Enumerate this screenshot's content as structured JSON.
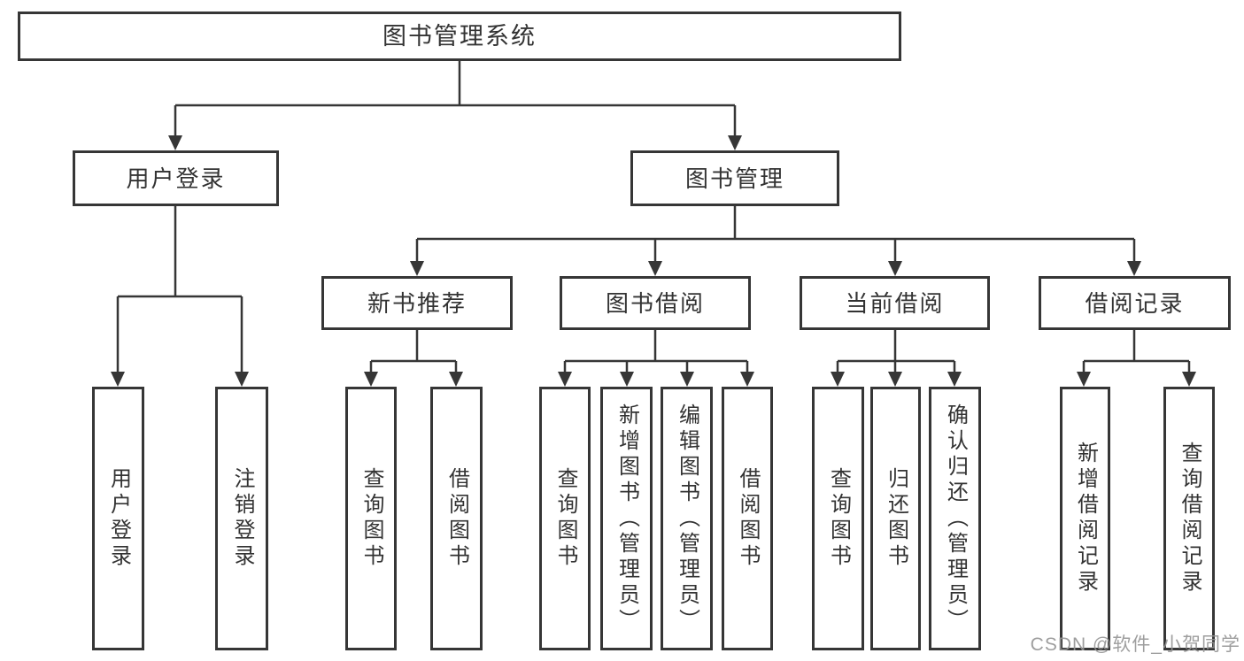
{
  "diagram": {
    "root": "图书管理系统",
    "branches": [
      {
        "label": "用户登录",
        "children": [
          "用户登录",
          "注销登录"
        ]
      },
      {
        "label": "图书管理",
        "children": [
          {
            "label": "新书推荐",
            "children": [
              "查询图书",
              "借阅图书"
            ]
          },
          {
            "label": "图书借阅",
            "children": [
              "查询图书",
              "新增图书（管理员）",
              "编辑图书（管理员）",
              "借阅图书"
            ]
          },
          {
            "label": "当前借阅",
            "children": [
              "查询图书",
              "归还图书",
              "确认归还（管理员）"
            ]
          },
          {
            "label": "借阅记录",
            "children": [
              "新增借阅记录",
              "查询借阅记录"
            ]
          }
        ]
      }
    ],
    "line_color": "#363636",
    "box_fill": "#ffffff",
    "text_color": "#333333"
  },
  "watermark": "CSDN @软件_小贺同学"
}
